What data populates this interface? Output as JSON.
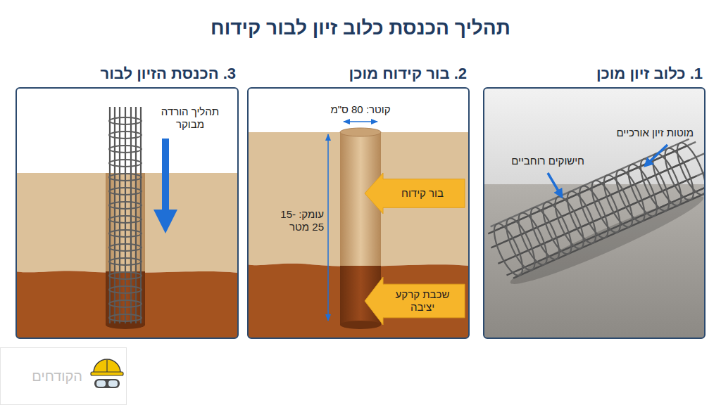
{
  "diagram": {
    "title": "תהליך הכנסת כלוב זיון לבור קידוח",
    "nodes": [
      {
        "text": [
          "1. כלוב זיון מוכן"
        ]
      },
      {
        "text": [
          "2. בור קידוח מוכן"
        ]
      },
      {
        "text": [
          "בור קידוח"
        ],
        "in": 1
      },
      {
        "text": [
          "שכבת קרקע יציבה"
        ],
        "in": 1
      },
      {
        "text": [
          "3. הכנסת הזיון לבור"
        ]
      },
      {
        "text": [
          "הקודחים"
        ]
      }
    ],
    "labels": [
      "מוטות זיון אורכיים",
      "חישוקים רוחביים",
      "קוטר: 80 ס\"מ",
      "עומק: 15-25 מטר",
      "תהליך הורדה מבוקר"
    ]
  }
}
